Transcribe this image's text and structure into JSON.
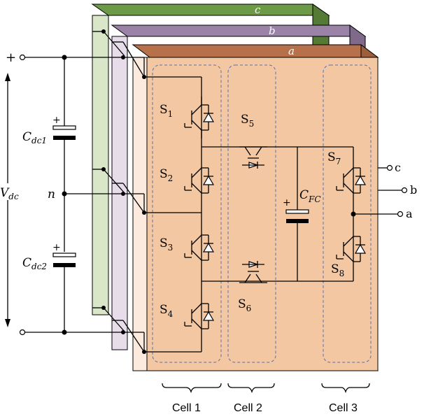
{
  "diagram": {
    "phase_layers": [
      {
        "label": "c",
        "face": "#d9e6c7",
        "top": "#6c9a46"
      },
      {
        "label": "b",
        "face": "#e6dcea",
        "top": "#9b83a8"
      },
      {
        "label": "a",
        "face": "#f2c7a2",
        "top": "#b7714a"
      }
    ],
    "dc_link": {
      "plus": "+",
      "voltage_label": "V",
      "voltage_sub": "dc",
      "neutral": "n",
      "cap_top_label": "C",
      "cap_top_sub": "dc1",
      "cap_bottom_label": "C",
      "cap_bottom_sub": "dc2",
      "cap_polarity": "+"
    },
    "switches": [
      {
        "name": "S",
        "sub": "1"
      },
      {
        "name": "S",
        "sub": "2"
      },
      {
        "name": "S",
        "sub": "3"
      },
      {
        "name": "S",
        "sub": "4"
      },
      {
        "name": "S",
        "sub": "5"
      },
      {
        "name": "S",
        "sub": "6"
      },
      {
        "name": "S",
        "sub": "7"
      },
      {
        "name": "S",
        "sub": "8"
      }
    ],
    "flying_cap": {
      "label": "C",
      "sub": "FC",
      "polarity": "+"
    },
    "outputs": [
      "c",
      "b",
      "a"
    ],
    "cells": [
      "Cell 1",
      "Cell 2",
      "Cell 3"
    ]
  }
}
